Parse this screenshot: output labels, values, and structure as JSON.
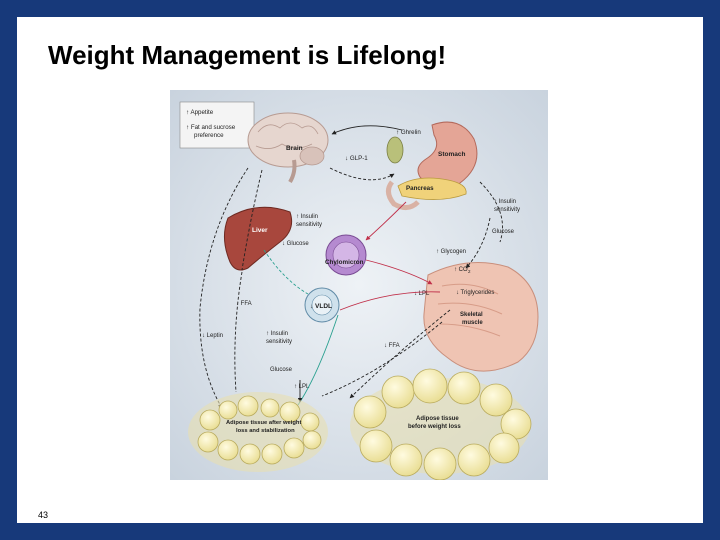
{
  "slide": {
    "title": "Weight Management is Lifelong!",
    "page_number": "43"
  },
  "figure": {
    "legend_box": {
      "line1": "↑ Appetite",
      "line2": "↑ Fat and sucrose",
      "line3": "preference"
    },
    "brain": "Brain",
    "ghrelin": "↑ Ghrelin",
    "glp1": "↓ GLP-1",
    "stomach": "Stomach",
    "pancreas": "Pancreas",
    "insulin_sensitivity_top_line1": "↑ Insulin",
    "insulin_sensitivity_top_line2": "sensitivity",
    "liver": "Liver",
    "liver_insulin_line1": "↑ Insulin",
    "liver_insulin_line2": "sensitivity",
    "liver_glucose": "↓ Glucose",
    "chylomicron": "Chylomicron",
    "glucose_right": "Glucose",
    "glycogen": "↑ Glycogen",
    "co2": "↑ CO",
    "co2_sub": "2",
    "triglycerides": "↓ Triglycerides",
    "lpl_right": "↓ LPL",
    "skeletal_line1": "Skeletal",
    "skeletal_line2": "muscle",
    "ffa_left": "↓ FFA",
    "vldl": "↓ VLDL",
    "leptin": "↓ Leptin",
    "adipose_insulin_line1": "↑ Insulin",
    "adipose_insulin_line2": "sensitivity",
    "ffa_mid": "↓ FFA",
    "glucose_lower": "Glucose",
    "lpl_lower": "↑ LPL",
    "adipose_after_line1": "Adipose tissue after weight",
    "adipose_after_line2": "loss and stabilization",
    "adipose_before_line1": "Adipose tissue",
    "adipose_before_line2": "before weight loss"
  }
}
